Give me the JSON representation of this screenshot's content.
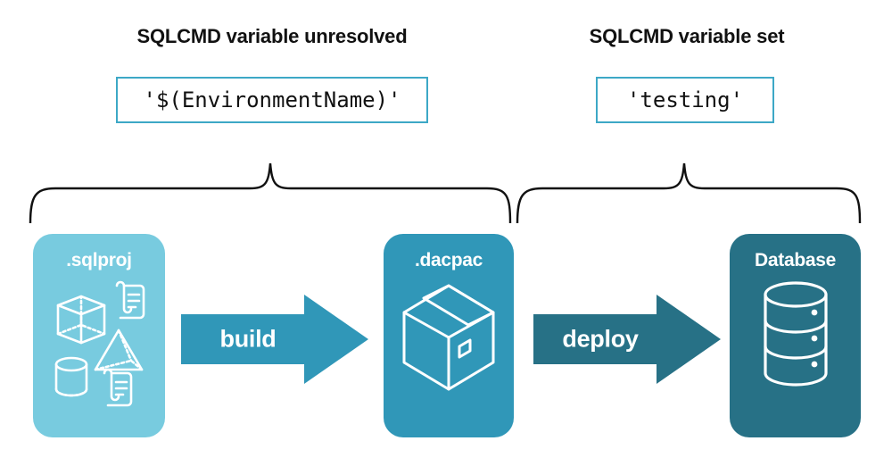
{
  "diagram": {
    "title_left": "SQLCMD variable unresolved",
    "title_right": "SQLCMD variable set",
    "code_left": "'$(EnvironmentName)'",
    "code_right": "'testing'",
    "colors": {
      "sqlproj": "#78CBDF",
      "dacpac": "#3097B8",
      "database": "#277186",
      "code_border": "#3DA8C6",
      "brace": "#111111",
      "text": "#111111",
      "card_text": "#FFFFFF",
      "background": "#FFFFFF"
    },
    "stages": [
      {
        "label": ".sqlproj",
        "icon": "shapes-and-scripts-icon"
      },
      {
        "label": ".dacpac",
        "icon": "package-box-icon"
      },
      {
        "label": "Database",
        "icon": "database-cylinder-icon"
      }
    ],
    "arrows": [
      {
        "label": "build",
        "icon": "arrow-right-icon"
      },
      {
        "label": "deploy",
        "icon": "arrow-right-icon"
      }
    ],
    "braces": [
      {
        "name": "brace-left",
        "spans": "sqlproj-to-dacpac"
      },
      {
        "name": "brace-right",
        "spans": "dacpac-to-database"
      }
    ]
  }
}
